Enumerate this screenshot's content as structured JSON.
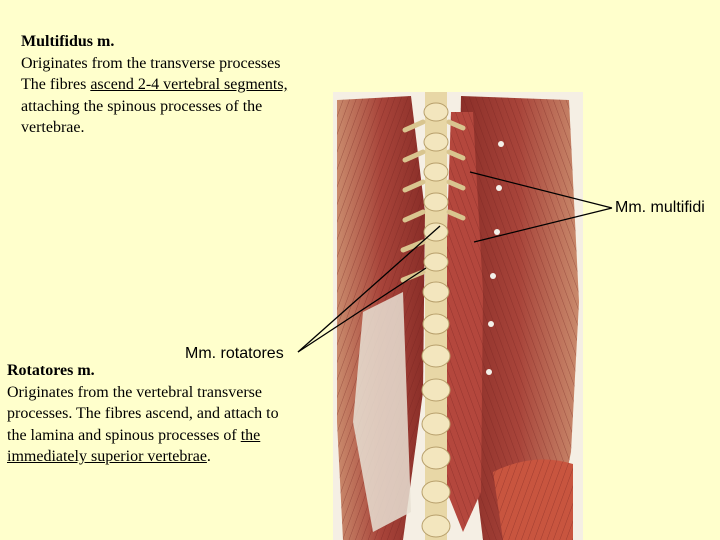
{
  "multifidus": {
    "title": "Multifidus m.",
    "line1": "Originates from the transverse processes",
    "line2_pre": "The fibres ",
    "line2_underlined": "ascend 2-4 vertebral segments,",
    "line3": "attaching the spinous processes of the",
    "line4": "vertebrae."
  },
  "rotatores": {
    "title": "Rotatores m.",
    "line1": "Originates from the vertebral transverse",
    "line2": "processes. The fibres ascend, and attach to",
    "line3_pre": "the lamina and spinous processes of ",
    "line3_underlined": "the",
    "line4_underlined": "immediately superior vertebrae",
    "line4_post": "."
  },
  "labels": {
    "multifidi": "Mm. multifidi",
    "rotatores": "Mm. rotatores"
  },
  "colors": {
    "background": "#ffffcc",
    "muscle": "#a8443a",
    "bone": "#e8d7a6",
    "leader_line": "#000000"
  }
}
